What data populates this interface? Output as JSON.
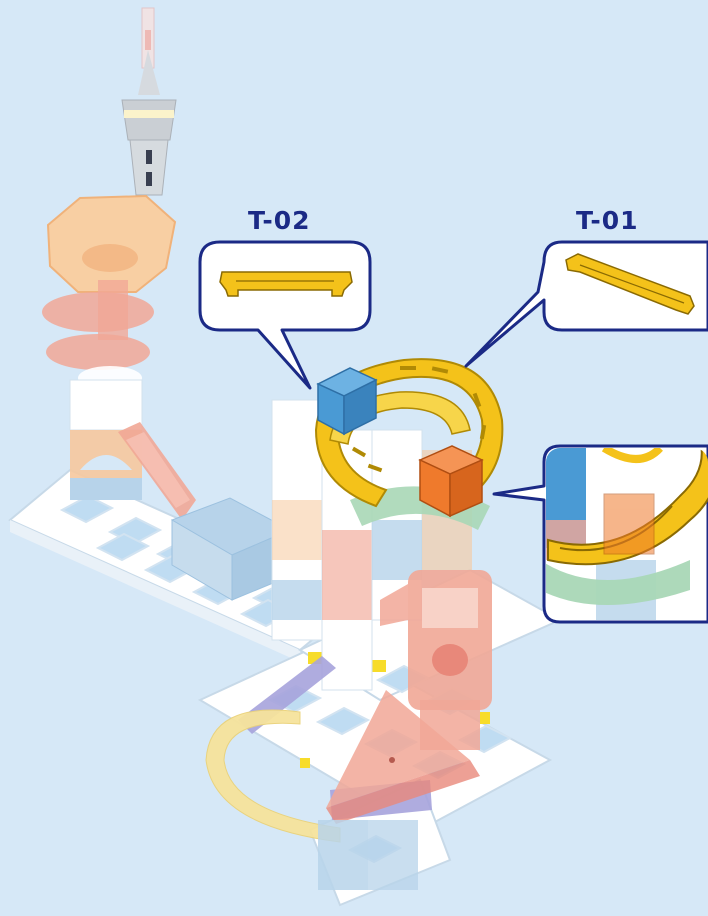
{
  "parts": [
    {
      "id": "t02",
      "code": "T-02"
    },
    {
      "id": "t01",
      "code": "T-01"
    }
  ],
  "colors": {
    "background": "#d6e8f7",
    "callout_stroke": "#1b2a86",
    "part_yellow": "#f4c21a",
    "part_yellow_dark": "#b08a05",
    "base_white": "#ffffff",
    "base_window": "#bfdcf2",
    "ghost_orange": "#f6c89d",
    "ghost_salmon": "#f1a796",
    "ghost_blue": "#b7d3ea",
    "ghost_green": "#a9d7b6",
    "ghost_purple": "#a6a3dc",
    "ghost_yellow": "#f6e39c",
    "solid_orange": "#ef7a2c",
    "solid_blue": "#4a9ad4",
    "tower_gray": "#c9cdd2"
  }
}
